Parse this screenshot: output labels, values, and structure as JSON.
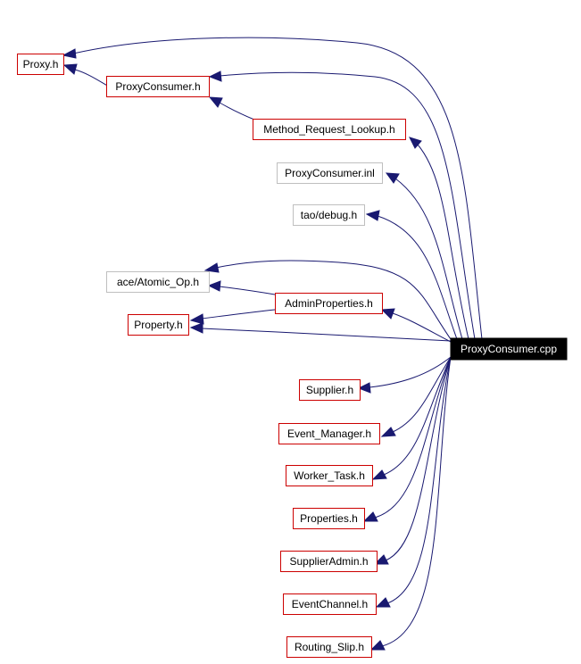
{
  "colors": {
    "edge": "#191970",
    "documented_border": "#cc0000",
    "undocumented_border": "#bfbfbf",
    "root_fill": "#000000",
    "root_text": "#ffffff"
  },
  "root": {
    "id": "root",
    "label": "ProxyConsumer.cpp"
  },
  "nodes": [
    {
      "id": "proxy_h",
      "label": "Proxy.h",
      "documented": true
    },
    {
      "id": "proxyconsumer_h",
      "label": "ProxyConsumer.h",
      "documented": true
    },
    {
      "id": "method_request_lookup_h",
      "label": "Method_Request_Lookup.h",
      "documented": true
    },
    {
      "id": "proxyconsumer_inl",
      "label": "ProxyConsumer.inl",
      "documented": false
    },
    {
      "id": "tao_debug_h",
      "label": "tao/debug.h",
      "documented": false
    },
    {
      "id": "ace_atomic_op_h",
      "label": "ace/Atomic_Op.h",
      "documented": false
    },
    {
      "id": "adminproperties_h",
      "label": "AdminProperties.h",
      "documented": true
    },
    {
      "id": "property_h",
      "label": "Property.h",
      "documented": true
    },
    {
      "id": "supplier_h",
      "label": "Supplier.h",
      "documented": true
    },
    {
      "id": "event_manager_h",
      "label": "Event_Manager.h",
      "documented": true
    },
    {
      "id": "worker_task_h",
      "label": "Worker_Task.h",
      "documented": true
    },
    {
      "id": "properties_h",
      "label": "Properties.h",
      "documented": true
    },
    {
      "id": "supplieradmin_h",
      "label": "SupplierAdmin.h",
      "documented": true
    },
    {
      "id": "eventchannel_h",
      "label": "EventChannel.h",
      "documented": true
    },
    {
      "id": "routing_slip_h",
      "label": "Routing_Slip.h",
      "documented": true
    }
  ],
  "edges": [
    {
      "from": "root",
      "to": "proxy_h"
    },
    {
      "from": "root",
      "to": "proxyconsumer_h"
    },
    {
      "from": "proxyconsumer_h",
      "to": "proxy_h"
    },
    {
      "from": "root",
      "to": "method_request_lookup_h"
    },
    {
      "from": "method_request_lookup_h",
      "to": "proxyconsumer_h"
    },
    {
      "from": "root",
      "to": "proxyconsumer_inl"
    },
    {
      "from": "root",
      "to": "tao_debug_h"
    },
    {
      "from": "root",
      "to": "ace_atomic_op_h"
    },
    {
      "from": "root",
      "to": "adminproperties_h"
    },
    {
      "from": "adminproperties_h",
      "to": "ace_atomic_op_h"
    },
    {
      "from": "adminproperties_h",
      "to": "property_h"
    },
    {
      "from": "root",
      "to": "property_h"
    },
    {
      "from": "root",
      "to": "supplier_h"
    },
    {
      "from": "root",
      "to": "event_manager_h"
    },
    {
      "from": "root",
      "to": "worker_task_h"
    },
    {
      "from": "root",
      "to": "properties_h"
    },
    {
      "from": "root",
      "to": "supplieradmin_h"
    },
    {
      "from": "root",
      "to": "eventchannel_h"
    },
    {
      "from": "root",
      "to": "routing_slip_h"
    }
  ]
}
